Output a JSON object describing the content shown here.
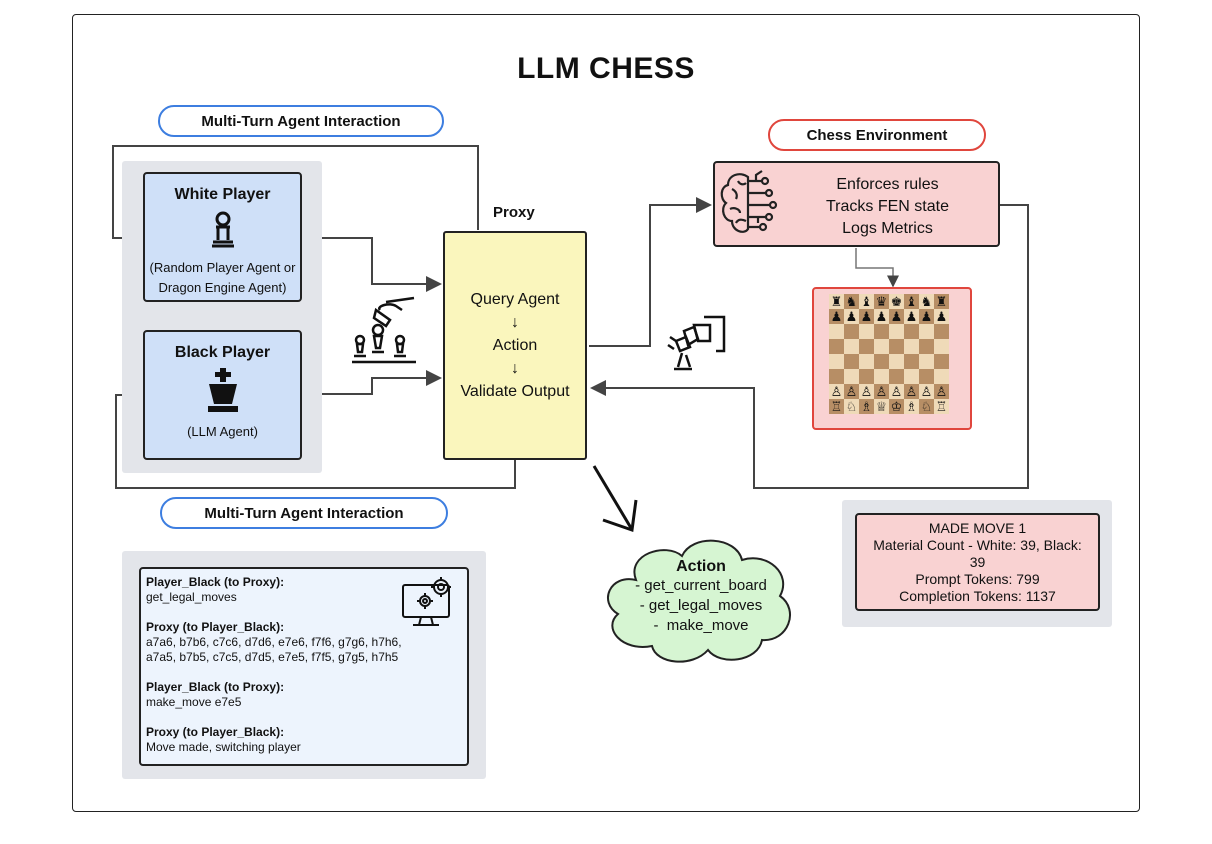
{
  "title": "LLM CHESS",
  "labels": {
    "multi_turn_top": "Multi-Turn Agent Interaction",
    "multi_turn_bottom": "Multi-Turn Agent Interaction",
    "chess_environment": "Chess Environment",
    "proxy": "Proxy"
  },
  "white_player": {
    "title": "White Player",
    "icon": "chess-pawn-icon",
    "desc_line1": "(Random Player Agent or",
    "desc_line2": "Dragon Engine Agent)"
  },
  "black_player": {
    "title": "Black Player",
    "icon": "chess-king-icon",
    "desc": "(LLM Agent)"
  },
  "proxy_box": {
    "step1": "Query Agent",
    "arrow1": "↓",
    "step2": "Action",
    "arrow2": "↓",
    "step3": "Validate Output"
  },
  "environment": {
    "line1": "Enforces rules",
    "line2": "Tracks FEN state",
    "line3": "Logs Metrics",
    "icon": "brain-circuit-icon"
  },
  "metrics": {
    "line1": "MADE MOVE 1",
    "line2": "Material Count - White: 39, Black:",
    "line3": "39",
    "line4": "Prompt Tokens: 799",
    "line5": "Completion Tokens: 1137"
  },
  "actions": {
    "title": "Action",
    "item1": "- get_current_board",
    "item2": "- get_legal_moves",
    "item3": "-  make_move"
  },
  "log": {
    "entries": [
      {
        "speaker": "Player_Black (to Proxy):",
        "lines": [
          "get_legal_moves"
        ]
      },
      {
        "speaker": "Proxy (to Player_Black):",
        "lines": [
          "a7a6, b7b6, c7c6, d7d6, e7e6, f7f6, g7g6, h7h6,",
          "a7a5, b7b5, c7c5, d7d5, e7e5, f7f5, g7g5, h7h5"
        ]
      },
      {
        "speaker": "Player_Black (to Proxy):",
        "lines": [
          "make_move e7e5"
        ]
      },
      {
        "speaker": "Proxy (to Player_Black):",
        "lines": [
          "Move made, switching player"
        ]
      }
    ],
    "icon": "computer-gears-icon"
  },
  "board": {
    "rows": [
      [
        "♜",
        "♞",
        "♝",
        "♛",
        "♚",
        "♝",
        "♞",
        "♜"
      ],
      [
        "♟",
        "♟",
        "♟",
        "♟",
        "♟",
        "♟",
        "♟",
        "♟"
      ],
      [
        "",
        "",
        "",
        "",
        "",
        "",
        "",
        ""
      ],
      [
        "",
        "",
        "",
        "",
        "",
        "",
        "",
        ""
      ],
      [
        "",
        "",
        "",
        "",
        "",
        "",
        "",
        ""
      ],
      [
        "",
        "",
        "",
        "",
        "",
        "",
        "",
        ""
      ],
      [
        "♙",
        "♙",
        "♙",
        "♙",
        "♙",
        "♙",
        "♙",
        "♙"
      ],
      [
        "♖",
        "♘",
        "♗",
        "♕",
        "♔",
        "♗",
        "♘",
        "♖"
      ]
    ]
  },
  "colors": {
    "player_fill": "#cfe0f8",
    "proxy_fill": "#faf6bd",
    "env_fill": "#f9d2d2",
    "action_fill": "#d6f5d2",
    "accent_blue": "#3d7ee0",
    "accent_red": "#e0463d"
  }
}
